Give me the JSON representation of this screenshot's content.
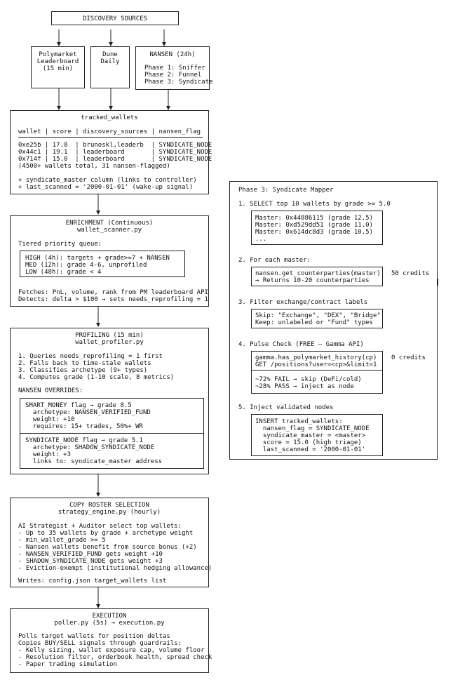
{
  "discovery": {
    "title": "DISCOVERY SOURCES",
    "polymarket": [
      "Polymarket",
      "Leaderboard",
      "(15 min)"
    ],
    "dune": [
      "Dune",
      "Daily"
    ],
    "nansen": [
      "NANSEN (24h)",
      "",
      "Phase 1: Sniffer",
      "Phase 2: Funnel",
      "Phase 3: Syndicate"
    ]
  },
  "tracked": {
    "title": "tracked_wallets",
    "header": "wallet | score | discovery_sources | nansen_flag",
    "rows": [
      "0xe25b | 17.8  | brunoskl,leaderb  | SYNDICATE_NODE",
      "0x44c1 | 19.1  | leaderboard       | SYNDICATE_NODE",
      "0x714f | 15.0  | leaderboard       | SYNDICATE_NODE"
    ],
    "total": "(4500+ wallets total, 31 nansen-flagged)",
    "notes": [
      "+ syndicate_master column (links to controller)",
      "+ last_scanned = '2000-01-01' (wake-up signal)"
    ]
  },
  "enrichment": {
    "title": "ENRICHMENT (Continuous)",
    "script": "wallet_scanner.py",
    "queue_label": "Tiered priority queue:",
    "tiers": [
      "HIGH (4h): targets + grade>=7 + NANSEN",
      "MED (12h): grade 4-6, unprofiled",
      "LOW (48h): grade < 4"
    ],
    "fetches": "Fetches: PnL, volume, rank from PM leaderboard API",
    "detects": "Detects: delta > $100 → sets needs_reprofiling = 1"
  },
  "profiling": {
    "title": "PROFILING (15 min)",
    "script": "wallet_profiler.py",
    "steps": [
      "1. Queries needs_reprofiling = 1 first",
      "2. Falls back to time-stale wallets",
      "3. Classifies archetype (9+ types)",
      "4. Computes grade (1-10 scale, 8 metrics)"
    ],
    "overrides_label": "NANSEN OVERRIDES:",
    "smart_money": [
      "SMART_MONEY flag → grade 8.5",
      "  archetype: NANSEN_VERIFIED_FUND",
      "  weight: +10",
      "  requires: 15+ trades, 50%+ WR"
    ],
    "syndicate": [
      "SYNDICATE_NODE flag → grade 5.1",
      "  archetype: SHADOW_SYNDICATE_NODE",
      "  weight: +3",
      "  links to: syndicate_master address"
    ]
  },
  "roster": {
    "title": "COPY ROSTER SELECTION",
    "script": "strategy_engine.py (hourly)",
    "lines": [
      "AI Strategist + Auditor select top wallets:",
      "- Up to 35 wallets by grade + archetype weight",
      "- min_wallet_grade >= 5",
      "- Nansen wallets benefit from source bonus (+2)",
      "- NANSEN_VERIFIED_FUND gets weight +10",
      "- SHADOW_SYNDICATE_NODE gets weight +3",
      "- Eviction-exempt (institutional hedging allowance)"
    ],
    "writes": "Writes: config.json target_wallets list"
  },
  "execution": {
    "title": "EXECUTION",
    "script": "poller.py (5s) → execution.py",
    "lines": [
      "Polls target wallets for position deltas",
      "Copies BUY/SELL signals through guardrails:",
      "- Kelly sizing, wallet exposure cap, volume floor",
      "- Resolution filter, orderbook health, spread check",
      "- Paper trading simulation"
    ]
  },
  "phase3": {
    "title": "Phase 3: Syndicate Mapper",
    "step1": "1. SELECT top 10 wallets by grade >= 5.0",
    "masters": [
      "Master: 0x44886115 (grade 12.5)",
      "Master: 0xd529dd51 (grade 11.0)",
      "Master: 0x614dc8d3 (grade 10.5)",
      "..."
    ],
    "step2": "2. For each master:",
    "counterparty": [
      "nansen.get_counterparties(master)",
      "→ Returns 10-20 counterparties"
    ],
    "credits50": "50 credits",
    "step3": "3. Filter exchange/contract labels",
    "filter": [
      "Skip: \"Exchange\", \"DEX\", \"Bridge\"",
      "Keep: unlabeled or \"Fund\" types"
    ],
    "step4": "4. Pulse Check (FREE — Gamma API)",
    "pulse": [
      "gamma.has_polymarket_history(cp)",
      "GET /positions?user=<cp>&limit=1"
    ],
    "credits0": "0 credits",
    "pulse_result": [
      "~72% FAIL → skip (DeFi/cold)",
      "~28% PASS → inject as node"
    ],
    "step5": "5. Inject validated nodes",
    "insert": [
      "INSERT tracked_wallets:",
      "  nansen_flag = SYNDICATE_NODE",
      "  syndicate_master = <master>",
      "  score = 15.0 (high triage)",
      "  last_scanned = '2000-01-01'"
    ]
  }
}
